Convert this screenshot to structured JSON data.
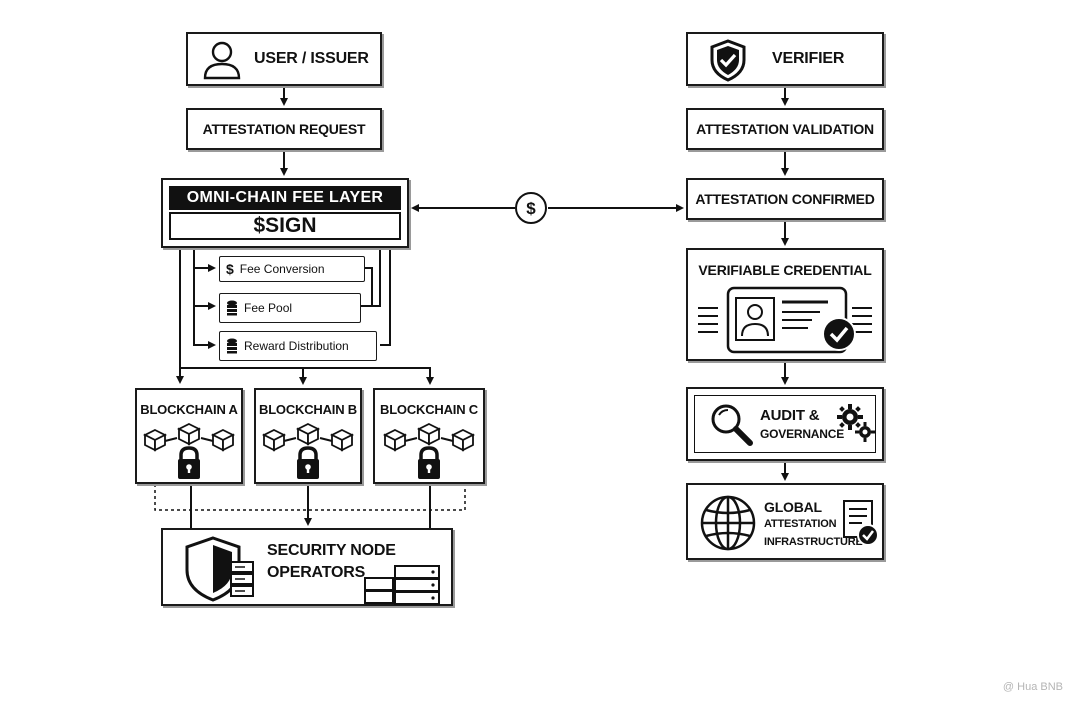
{
  "left": {
    "user_issuer": "USER / ISSUER",
    "attestation_request": "ATTESTATION REQUEST",
    "fee_layer": {
      "title": "OMNI-CHAIN FEE LAYER",
      "token": "$SIGN",
      "items": [
        "Fee Conversion",
        "Fee Pool",
        "Reward Distribution"
      ]
    },
    "blockchains": [
      "BLOCKCHAIN A",
      "BLOCKCHAIN B",
      "BLOCKCHAIN C"
    ],
    "security": {
      "line1": "SECURITY NODE",
      "line2": "OPERATORS"
    }
  },
  "right": {
    "verifier": "VERIFIER",
    "validation": "ATTESTATION VALIDATION",
    "confirmed": "ATTESTATION CONFIRMED",
    "credential": "VERIFIABLE CREDENTIAL",
    "audit": {
      "line1": "AUDIT &",
      "line2": "GOVERNANCE"
    },
    "global": {
      "line1": "GLOBAL",
      "line2": "ATTESTATION",
      "line3": "INFRASTRUCTURE"
    }
  },
  "connector_symbol": "$",
  "watermark": "@ Hua BNB",
  "icons": [
    "user-icon",
    "shield-check-icon",
    "dollar-icon",
    "database-icon",
    "cubes-icon",
    "lock-icon",
    "shield-server-icon",
    "id-card-icon",
    "check-badge-icon",
    "magnifier-icon",
    "gear-icon",
    "globe-icon",
    "document-check-icon"
  ]
}
